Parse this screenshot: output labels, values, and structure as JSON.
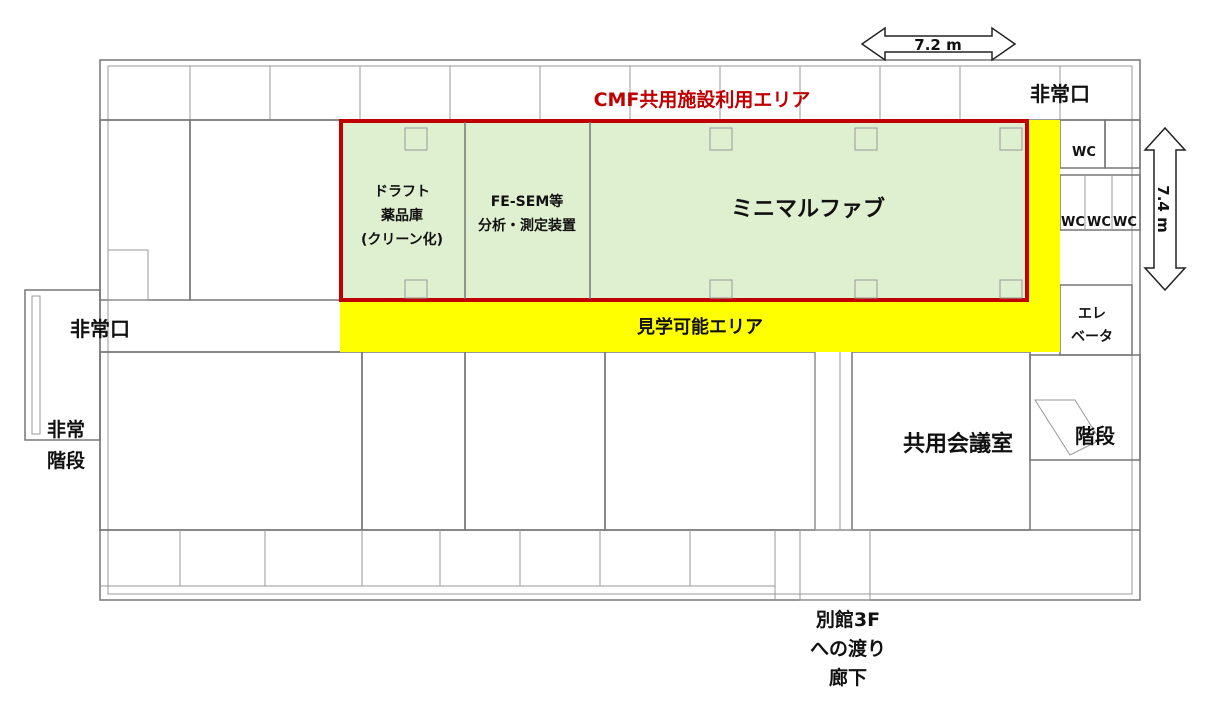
{
  "title": "CMF共用施設利用エリア",
  "dimensions": {
    "horizontal": "7.2 m",
    "vertical": "7.4 m"
  },
  "rooms": {
    "draft": [
      "ドラフト",
      "薬品庫",
      "(クリーン化)"
    ],
    "fesem": [
      "FE-SEM等",
      "分析・測定装置"
    ],
    "minimal_fab": "ミニマルファブ",
    "visit_area": "見学可能エリア",
    "emergency_exit_top": "非常口",
    "emergency_exit_left": "非常口",
    "emergency_stairs": [
      "非常",
      "階段"
    ],
    "wc": "WC",
    "wc_row": [
      "WC",
      "WC",
      "WC"
    ],
    "elevator": [
      "エレ",
      "ベータ"
    ],
    "stairs": "階段",
    "conference": "共用会議室",
    "bridge": [
      "別館3F",
      "への渡り",
      "廊下"
    ]
  },
  "colors": {
    "lab_area": "#dff0d0",
    "lab_border": "#c00000",
    "visit_area": "#ffff00",
    "title": "#c00000"
  }
}
